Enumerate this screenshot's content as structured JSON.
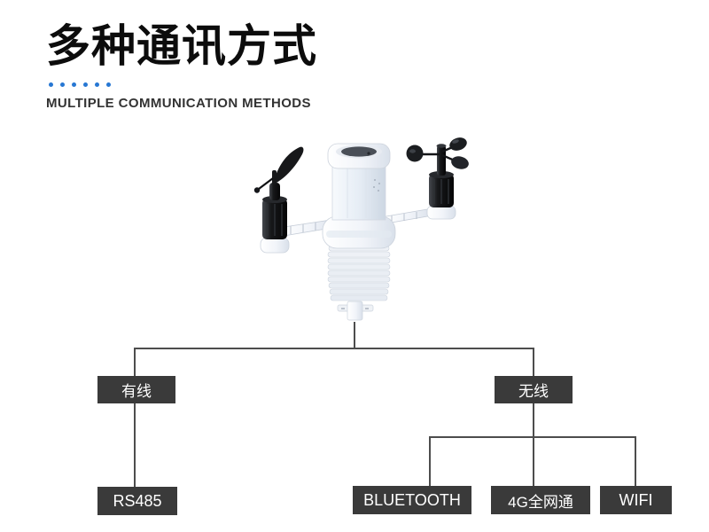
{
  "header": {
    "title": "多种通讯方式",
    "subtitle": "MULTIPLE COMMUNICATION METHODS",
    "dot_count": 6,
    "accent_color": "#2777d3"
  },
  "device": {
    "icon": "weather-station-illustration"
  },
  "diagram": {
    "connector_color": "#4d4d4d",
    "node_bg": "#3a3a3a",
    "node_text_color": "#ffffff",
    "level1": [
      {
        "id": "wired",
        "label": "有线"
      },
      {
        "id": "wireless",
        "label": "无线"
      }
    ],
    "level2": {
      "wired": [
        {
          "id": "rs485",
          "label": "RS485"
        }
      ],
      "wireless": [
        {
          "id": "bluetooth",
          "label": "BLUETOOTH"
        },
        {
          "id": "4g",
          "label": "4G全网通"
        },
        {
          "id": "wifi",
          "label": "WIFI"
        }
      ]
    }
  }
}
